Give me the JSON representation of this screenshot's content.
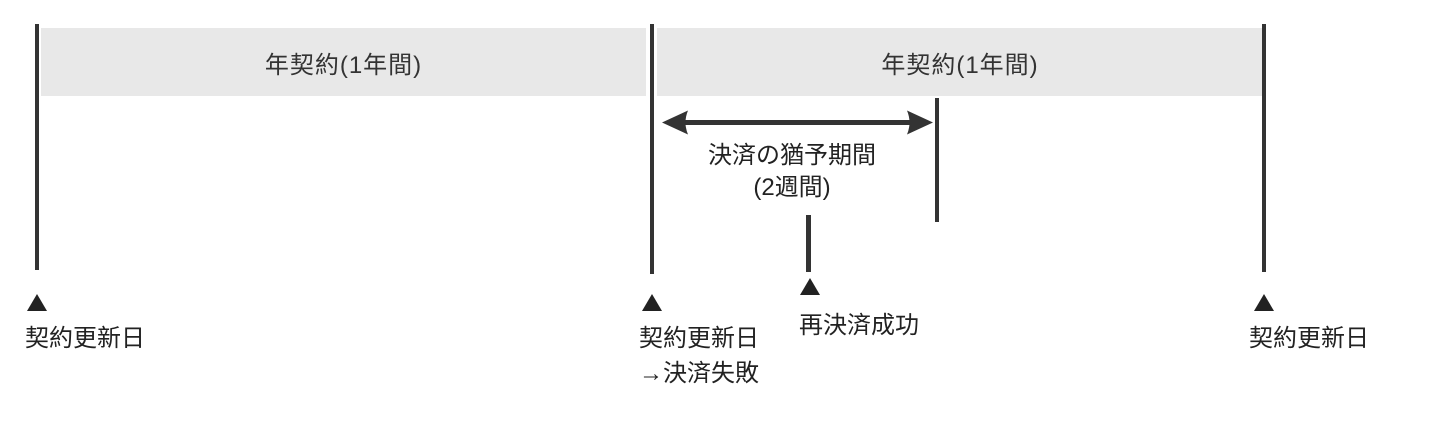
{
  "colors": {
    "band_bg": "#e8e8e8",
    "line": "#333333",
    "text": "#222222"
  },
  "bands": [
    {
      "label": "年契約(1年間)"
    },
    {
      "label": "年契約(1年間)"
    }
  ],
  "grace_period": {
    "label_line1": "決済の猶予期間",
    "label_line2": "(2週間)"
  },
  "markers": {
    "left": {
      "label": "契約更新日"
    },
    "middle": {
      "label_line1": "契約更新日",
      "label_line2": "→決済失敗"
    },
    "repayment": {
      "label": "再決済成功"
    },
    "right": {
      "label": "契約更新日"
    }
  }
}
